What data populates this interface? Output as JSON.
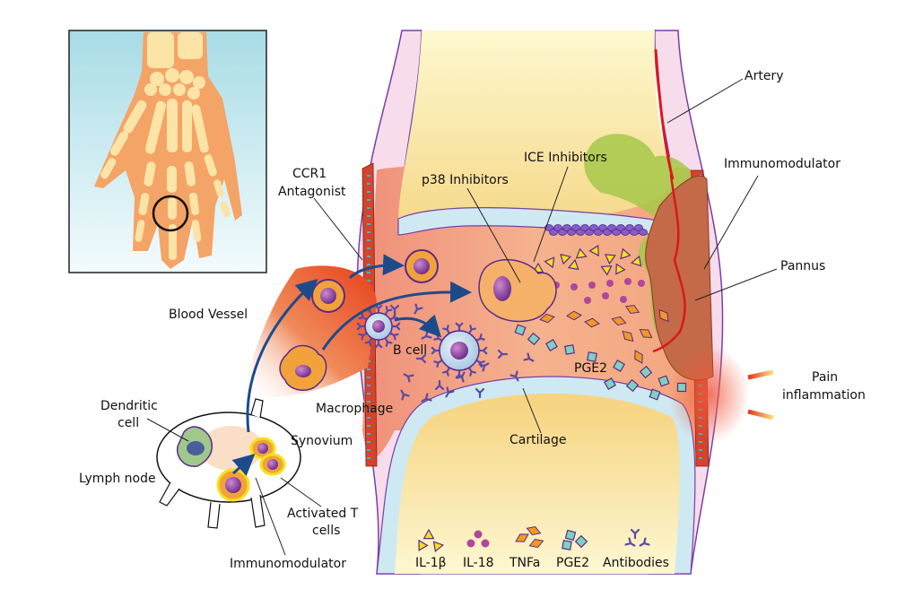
{
  "title": "Rheumatoid arthritis joint pathology and drug targets",
  "inset": {
    "description": "Hand skeleton with highlighted finger joint",
    "highlight": "circle-marker"
  },
  "labels": {
    "artery": "Artery",
    "immunomodulator_right": "Immunomodulator",
    "pannus": "Pannus",
    "pain_line1": "Pain",
    "pain_line2": "inflammation",
    "ccr1_line1": "CCR1",
    "ccr1_line2": "Antagonist",
    "p38": "p38 Inhibitors",
    "ice": "ICE Inhibitors",
    "blood_vessel": "Blood Vessel",
    "b_cell": "B cell",
    "macrophage": "Macrophage",
    "pge2": "PGE2",
    "cartilage": "Cartilage",
    "dendritic_line1": "Dendritic",
    "dendritic_line2": "cell",
    "synovium": "Synovium",
    "lymph_node": "Lymph node",
    "activated_t_line1": "Activated T",
    "activated_t_line2": "cells",
    "immunomodulator_bottom": "Immunomodulator"
  },
  "legend": [
    {
      "label": "IL-1β",
      "shape": "triangle",
      "color": "#f5e11a"
    },
    {
      "label": "IL-18",
      "shape": "sphere",
      "color": "#b0479a"
    },
    {
      "label": "TNFa",
      "shape": "diamond",
      "color": "#f29a1f"
    },
    {
      "label": "PGE2",
      "shape": "square",
      "color": "#7fd1c0"
    },
    {
      "label": "Antibodies",
      "shape": "y-shape",
      "color": "#9aa8e6"
    }
  ],
  "colors": {
    "bone": "#fbe9a6",
    "synovial_fluid": "#f3a98a",
    "capsule": "#f7dcec",
    "outline": "#7a3ea6",
    "cartilage": "#cfe9f2",
    "artery": "#d9181e",
    "arrow": "#1c4b8c",
    "inset_bg": "#bfe5ec"
  }
}
